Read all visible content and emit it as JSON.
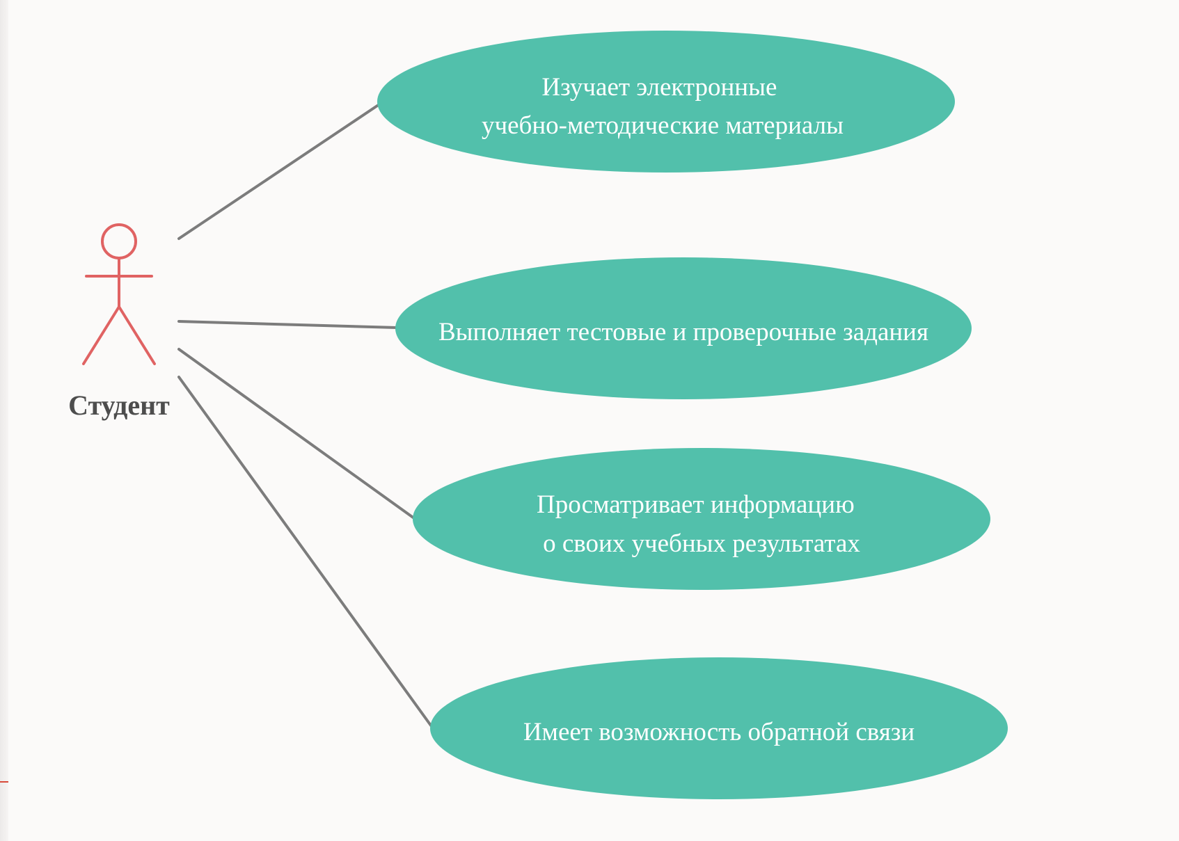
{
  "actor": {
    "label": "Студент",
    "icon": "stick-figure-icon",
    "color": "#e06363"
  },
  "use_cases": [
    {
      "lines": [
        "Изучает электронные",
        "учебно-методические материалы"
      ]
    },
    {
      "lines": [
        "Выполняет тестовые и проверочные задания"
      ]
    },
    {
      "lines": [
        "Просматривает информацию",
        "о своих учебных результатах"
      ]
    },
    {
      "lines": [
        "Имеет возможность обратной связи"
      ]
    }
  ],
  "colors": {
    "usecase_fill": "#52c0ab",
    "connector": "#7c7c7c",
    "label_text": "#4d4d4d"
  }
}
